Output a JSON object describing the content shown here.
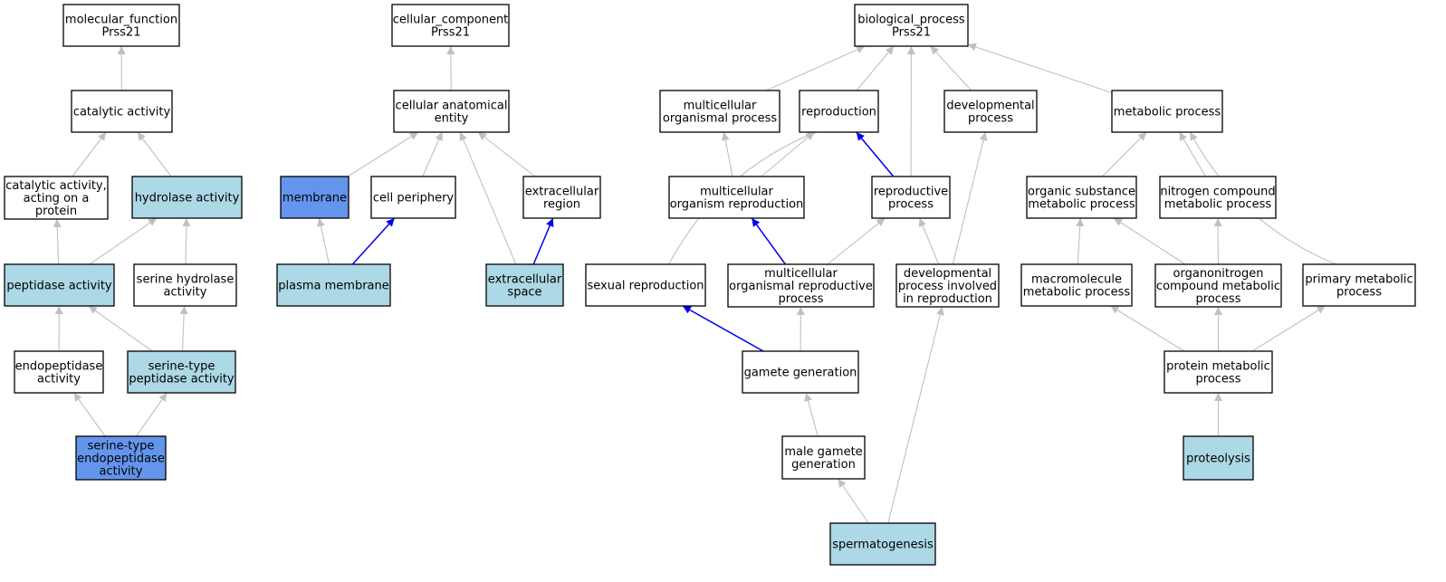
{
  "colors": {
    "node_default": "#ffffff",
    "node_light": "#add8e6",
    "node_dark": "#6495ed",
    "edge_default": "#c0c0c0",
    "edge_highlight": "#0000ee"
  },
  "nodes": {
    "mf": {
      "lines": [
        "molecular_function",
        "Prss21"
      ],
      "fill": "default"
    },
    "catalytic": {
      "lines": [
        "catalytic activity"
      ],
      "fill": "default"
    },
    "cat_protein": {
      "lines": [
        "catalytic activity,",
        "acting on a",
        "protein"
      ],
      "fill": "default"
    },
    "hydrolase": {
      "lines": [
        "hydrolase activity"
      ],
      "fill": "light"
    },
    "peptidase": {
      "lines": [
        "peptidase activity"
      ],
      "fill": "light"
    },
    "serine_hydrolase": {
      "lines": [
        "serine hydrolase",
        "activity"
      ],
      "fill": "default"
    },
    "endopeptidase": {
      "lines": [
        "endopeptidase",
        "activity"
      ],
      "fill": "default"
    },
    "serine_peptidase": {
      "lines": [
        "serine-type",
        "peptidase activity"
      ],
      "fill": "light"
    },
    "serine_endopeptidase": {
      "lines": [
        "serine-type",
        "endopeptidase",
        "activity"
      ],
      "fill": "dark"
    },
    "cc": {
      "lines": [
        "cellular_component",
        "Prss21"
      ],
      "fill": "default"
    },
    "cae": {
      "lines": [
        "cellular anatomical",
        "entity"
      ],
      "fill": "default"
    },
    "membrane": {
      "lines": [
        "membrane"
      ],
      "fill": "dark"
    },
    "cell_periphery": {
      "lines": [
        "cell periphery"
      ],
      "fill": "default"
    },
    "extracellular_region": {
      "lines": [
        "extracellular",
        "region"
      ],
      "fill": "default"
    },
    "plasma_membrane": {
      "lines": [
        "plasma membrane"
      ],
      "fill": "light"
    },
    "extracellular_space": {
      "lines": [
        "extracellular",
        "space"
      ],
      "fill": "light"
    },
    "bp": {
      "lines": [
        "biological_process",
        "Prss21"
      ],
      "fill": "default"
    },
    "mop": {
      "lines": [
        "multicellular",
        "organismal process"
      ],
      "fill": "default"
    },
    "reproduction": {
      "lines": [
        "reproduction"
      ],
      "fill": "default"
    },
    "developmental": {
      "lines": [
        "developmental",
        "process"
      ],
      "fill": "default"
    },
    "metabolic": {
      "lines": [
        "metabolic process"
      ],
      "fill": "default"
    },
    "mor": {
      "lines": [
        "multicellular",
        "organism reproduction"
      ],
      "fill": "default"
    },
    "repro_process": {
      "lines": [
        "reproductive",
        "process"
      ],
      "fill": "default"
    },
    "sexual_repro": {
      "lines": [
        "sexual reproduction"
      ],
      "fill": "default"
    },
    "morp": {
      "lines": [
        "multicellular",
        "organismal reproductive",
        "process"
      ],
      "fill": "default"
    },
    "dev_repro": {
      "lines": [
        "developmental",
        "process involved",
        "in reproduction"
      ],
      "fill": "default"
    },
    "gamete": {
      "lines": [
        "gamete generation"
      ],
      "fill": "default"
    },
    "male_gamete": {
      "lines": [
        "male gamete",
        "generation"
      ],
      "fill": "default"
    },
    "spermatogenesis": {
      "lines": [
        "spermatogenesis"
      ],
      "fill": "light"
    },
    "organic_sub": {
      "lines": [
        "organic substance",
        "metabolic process"
      ],
      "fill": "default"
    },
    "nitrogen": {
      "lines": [
        "nitrogen compound",
        "metabolic process"
      ],
      "fill": "default"
    },
    "macromolecule": {
      "lines": [
        "macromolecule",
        "metabolic process"
      ],
      "fill": "default"
    },
    "organonitrogen": {
      "lines": [
        "organonitrogen",
        "compound metabolic",
        "process"
      ],
      "fill": "default"
    },
    "primary": {
      "lines": [
        "primary metabolic",
        "process"
      ],
      "fill": "default"
    },
    "protein_metabolic": {
      "lines": [
        "protein metabolic",
        "process"
      ],
      "fill": "default"
    },
    "proteolysis": {
      "lines": [
        "proteolysis"
      ],
      "fill": "light"
    }
  },
  "edges": [
    {
      "from": "catalytic",
      "to": "mf",
      "highlight": false
    },
    {
      "from": "cat_protein",
      "to": "catalytic",
      "highlight": false
    },
    {
      "from": "hydrolase",
      "to": "catalytic",
      "highlight": false
    },
    {
      "from": "peptidase",
      "to": "cat_protein",
      "highlight": false
    },
    {
      "from": "peptidase",
      "to": "hydrolase",
      "highlight": false
    },
    {
      "from": "serine_hydrolase",
      "to": "hydrolase",
      "highlight": false
    },
    {
      "from": "endopeptidase",
      "to": "peptidase",
      "highlight": false
    },
    {
      "from": "serine_peptidase",
      "to": "peptidase",
      "highlight": false
    },
    {
      "from": "serine_peptidase",
      "to": "serine_hydrolase",
      "highlight": false
    },
    {
      "from": "serine_endopeptidase",
      "to": "endopeptidase",
      "highlight": false
    },
    {
      "from": "serine_endopeptidase",
      "to": "serine_peptidase",
      "highlight": false
    },
    {
      "from": "cae",
      "to": "cc",
      "highlight": false
    },
    {
      "from": "membrane",
      "to": "cae",
      "highlight": false
    },
    {
      "from": "cell_periphery",
      "to": "cae",
      "highlight": false
    },
    {
      "from": "extracellular_region",
      "to": "cae",
      "highlight": false
    },
    {
      "from": "extracellular_space",
      "to": "cae",
      "highlight": false
    },
    {
      "from": "plasma_membrane",
      "to": "membrane",
      "highlight": false
    },
    {
      "from": "plasma_membrane",
      "to": "cell_periphery",
      "highlight": true
    },
    {
      "from": "extracellular_space",
      "to": "extracellular_region",
      "highlight": true
    },
    {
      "from": "mop",
      "to": "bp",
      "highlight": false
    },
    {
      "from": "reproduction",
      "to": "bp",
      "highlight": false
    },
    {
      "from": "repro_process",
      "to": "bp",
      "highlight": false
    },
    {
      "from": "developmental",
      "to": "bp",
      "highlight": false
    },
    {
      "from": "metabolic",
      "to": "bp",
      "highlight": false
    },
    {
      "from": "mor",
      "to": "mop",
      "highlight": false
    },
    {
      "from": "mor",
      "to": "reproduction",
      "highlight": false
    },
    {
      "from": "repro_process",
      "to": "reproduction",
      "highlight": true
    },
    {
      "from": "sexual_repro",
      "to": "reproduction",
      "highlight": false,
      "curve": true
    },
    {
      "from": "morp",
      "to": "mor",
      "highlight": true
    },
    {
      "from": "morp",
      "to": "repro_process",
      "highlight": false
    },
    {
      "from": "dev_repro",
      "to": "repro_process",
      "highlight": false
    },
    {
      "from": "dev_repro",
      "to": "developmental",
      "highlight": false
    },
    {
      "from": "gamete",
      "to": "sexual_repro",
      "highlight": true
    },
    {
      "from": "gamete",
      "to": "morp",
      "highlight": false
    },
    {
      "from": "male_gamete",
      "to": "gamete",
      "highlight": false
    },
    {
      "from": "spermatogenesis",
      "to": "male_gamete",
      "highlight": false
    },
    {
      "from": "spermatogenesis",
      "to": "dev_repro",
      "highlight": false
    },
    {
      "from": "organic_sub",
      "to": "metabolic",
      "highlight": false
    },
    {
      "from": "nitrogen",
      "to": "metabolic",
      "highlight": false
    },
    {
      "from": "primary",
      "to": "metabolic",
      "highlight": false,
      "curve": true
    },
    {
      "from": "macromolecule",
      "to": "organic_sub",
      "highlight": false
    },
    {
      "from": "organonitrogen",
      "to": "organic_sub",
      "highlight": false
    },
    {
      "from": "organonitrogen",
      "to": "nitrogen",
      "highlight": false
    },
    {
      "from": "protein_metabolic",
      "to": "macromolecule",
      "highlight": false
    },
    {
      "from": "protein_metabolic",
      "to": "organonitrogen",
      "highlight": false
    },
    {
      "from": "protein_metabolic",
      "to": "primary",
      "highlight": false
    },
    {
      "from": "proteolysis",
      "to": "protein_metabolic",
      "highlight": false
    }
  ]
}
